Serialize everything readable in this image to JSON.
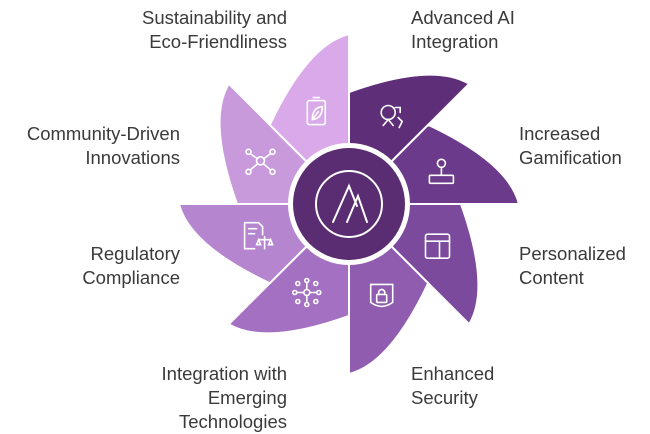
{
  "segments": [
    {
      "label": "Advanced AI\nIntegration",
      "icon": "robot-gear-icon",
      "color": "#5e2f78"
    },
    {
      "label": "Increased\nGamification",
      "icon": "joystick-icon",
      "color": "#6c3a8a"
    },
    {
      "label": "Personalized\nContent",
      "icon": "layout-panel-icon",
      "color": "#7b4a9c"
    },
    {
      "label": "Enhanced\nSecurity",
      "icon": "lock-shield-icon",
      "color": "#8f5cb0"
    },
    {
      "label": "Integration with\nEmerging\nTechnologies",
      "icon": "network-nodes-icon",
      "color": "#a470c2"
    },
    {
      "label": "Regulatory\nCompliance",
      "icon": "document-scale-icon",
      "color": "#b585d0"
    },
    {
      "label": "Community-Driven\nInnovations",
      "icon": "idea-network-icon",
      "color": "#c89adc"
    },
    {
      "label": "Sustainability and\nEco-Friendliness",
      "icon": "eco-battery-icon",
      "color": "#d9a9ea"
    }
  ],
  "center": {
    "icon": "logo-mark-icon",
    "color": "#5a2c72",
    "ring_color": "#ffffff"
  }
}
